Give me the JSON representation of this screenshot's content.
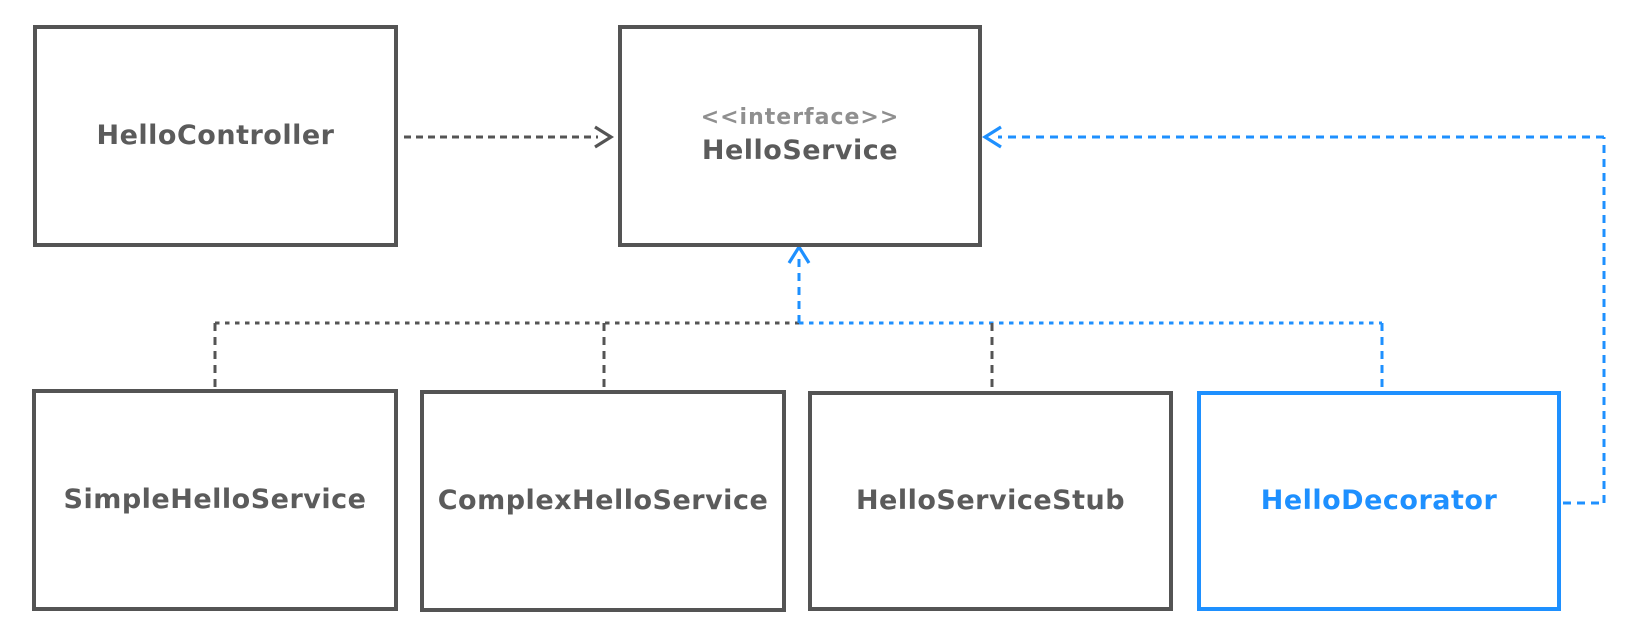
{
  "diagram": {
    "colors": {
      "line": "#545454",
      "accent": "#1e90ff",
      "label_text": "#5b5b5b",
      "stereotype_text": "#8f8f8f",
      "background": "#ffffff"
    },
    "nodes": {
      "controller": {
        "label": "HelloController",
        "type": "class"
      },
      "service": {
        "stereotype": "<<interface>>",
        "label": "HelloService",
        "type": "interface"
      },
      "simple": {
        "label": "SimpleHelloService",
        "type": "class"
      },
      "complex": {
        "label": "ComplexHelloService",
        "type": "class"
      },
      "stub": {
        "label": "HelloServiceStub",
        "type": "class"
      },
      "decorator": {
        "label": "HelloDecorator",
        "type": "class",
        "highlighted": true
      }
    },
    "edges": [
      {
        "from": "HelloController",
        "to": "HelloService",
        "style": "dashed-arrow",
        "color": "#545454",
        "enters": "left-side"
      },
      {
        "from": "SimpleHelloService",
        "to": "HelloService",
        "style": "dashed-tree",
        "color": "#545454",
        "enters": "bottom"
      },
      {
        "from": "ComplexHelloService",
        "to": "HelloService",
        "style": "dashed-tree",
        "color": "#545454",
        "enters": "bottom"
      },
      {
        "from": "HelloServiceStub",
        "to": "HelloService",
        "style": "dashed-tree",
        "color": "#545454",
        "enters": "bottom"
      },
      {
        "from": "HelloDecorator",
        "to": "HelloService",
        "style": "dashed-tree-arrow",
        "color": "#1e90ff",
        "enters": "bottom"
      },
      {
        "from": "HelloDecorator",
        "to": "HelloService",
        "style": "dashed-arrow",
        "color": "#1e90ff",
        "enters": "right-side"
      }
    ]
  }
}
